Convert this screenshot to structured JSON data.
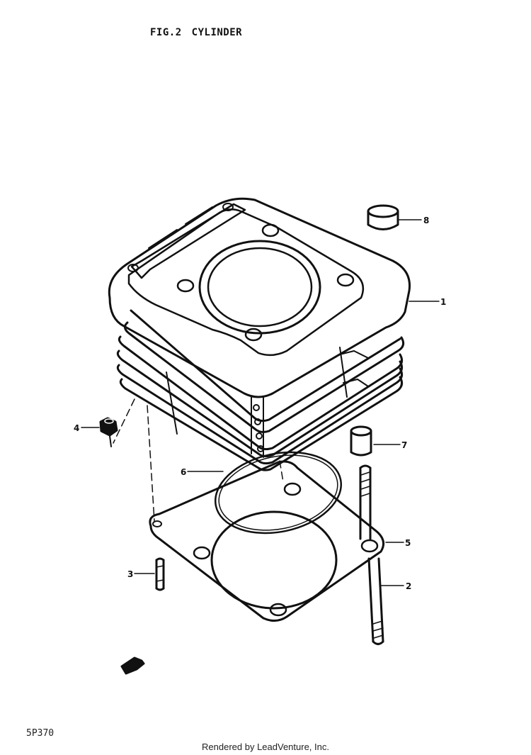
{
  "figure": {
    "title_prefix": "FIG.2",
    "title": "CYLINDER",
    "code": "5P370",
    "footer": "Rendered by LeadVenture, Inc."
  },
  "callouts": {
    "c1": "1",
    "c2": "2",
    "c3": "3",
    "c4": "4",
    "c5": "5",
    "c6": "6",
    "c7": "7",
    "c8": "8"
  }
}
